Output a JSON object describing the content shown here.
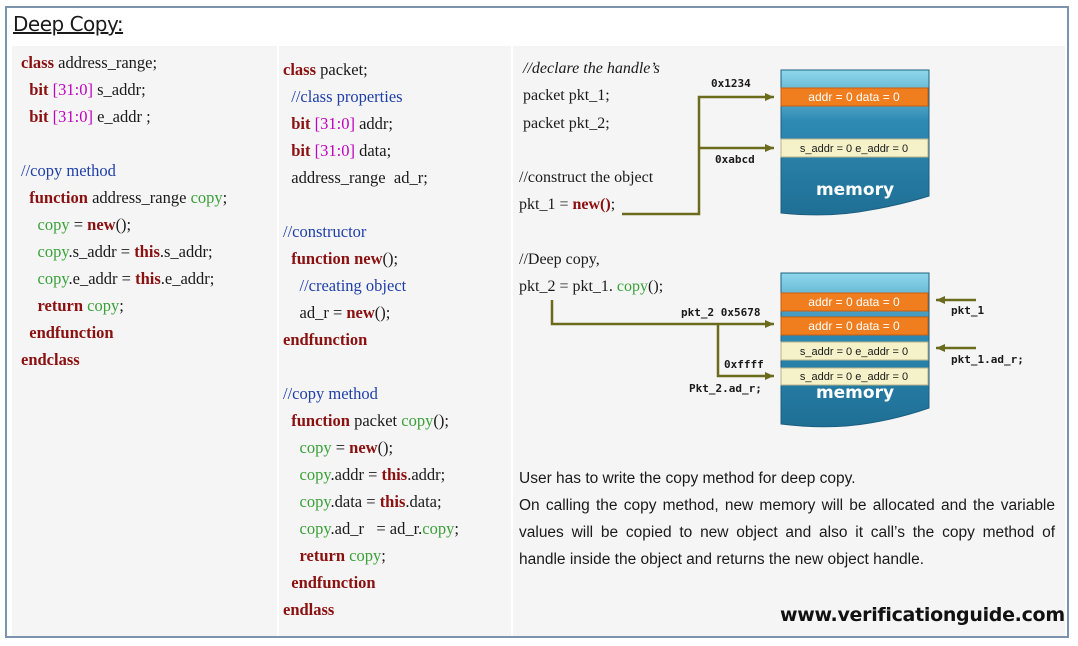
{
  "title": "Deep Copy:",
  "left_code": [
    [
      [
        "kw",
        "class"
      ],
      [
        "t",
        " address_range;"
      ]
    ],
    [
      [
        "t",
        "  "
      ],
      [
        "kw",
        "bit"
      ],
      [
        "rng",
        " [31:0]"
      ],
      [
        "t",
        " s_addr;"
      ]
    ],
    [
      [
        "t",
        "  "
      ],
      [
        "kw",
        "bit"
      ],
      [
        "rng",
        " [31:0]"
      ],
      [
        "t",
        " e_addr ;"
      ]
    ],
    [
      [
        "t",
        ""
      ]
    ],
    [
      [
        "cm",
        "//copy method"
      ]
    ],
    [
      [
        "t",
        "  "
      ],
      [
        "kw",
        "function"
      ],
      [
        "t",
        " address_range "
      ],
      [
        "gr",
        "copy"
      ],
      [
        "t",
        ";"
      ]
    ],
    [
      [
        "t",
        "    "
      ],
      [
        "gr",
        "copy"
      ],
      [
        "t",
        " = "
      ],
      [
        "kw",
        "new"
      ],
      [
        "t",
        "();"
      ]
    ],
    [
      [
        "t",
        "    "
      ],
      [
        "gr",
        "copy"
      ],
      [
        "t",
        ".s_addr = "
      ],
      [
        "kw",
        "this"
      ],
      [
        "t",
        ".s_addr;"
      ]
    ],
    [
      [
        "t",
        "    "
      ],
      [
        "gr",
        "copy"
      ],
      [
        "t",
        ".e_addr = "
      ],
      [
        "kw",
        "this"
      ],
      [
        "t",
        ".e_addr;"
      ]
    ],
    [
      [
        "t",
        "    "
      ],
      [
        "kw",
        "return"
      ],
      [
        "gr",
        " copy"
      ],
      [
        "t",
        ";"
      ]
    ],
    [
      [
        "t",
        "  "
      ],
      [
        "kw",
        "endfunction"
      ]
    ],
    [
      [
        "kw",
        "endclass"
      ]
    ]
  ],
  "mid_code": [
    [
      [
        "kw",
        "class"
      ],
      [
        "t",
        " packet;"
      ]
    ],
    [
      [
        "t",
        "  "
      ],
      [
        "cm",
        "//class properties"
      ]
    ],
    [
      [
        "t",
        "  "
      ],
      [
        "kw",
        "bit"
      ],
      [
        "rng",
        " [31:0]"
      ],
      [
        "t",
        " addr;"
      ]
    ],
    [
      [
        "t",
        "  "
      ],
      [
        "kw",
        "bit"
      ],
      [
        "rng",
        " [31:0]"
      ],
      [
        "t",
        " data;"
      ]
    ],
    [
      [
        "t",
        "  address_range  ad_r;"
      ]
    ],
    [
      [
        "t",
        ""
      ]
    ],
    [
      [
        "cm",
        "//constructor"
      ]
    ],
    [
      [
        "t",
        "  "
      ],
      [
        "kw",
        "function"
      ],
      [
        "t",
        " "
      ],
      [
        "kw",
        "new"
      ],
      [
        "t",
        "();"
      ]
    ],
    [
      [
        "t",
        "    "
      ],
      [
        "cm",
        "//creating object"
      ]
    ],
    [
      [
        "t",
        "    ad_r = "
      ],
      [
        "kw",
        "new"
      ],
      [
        "t",
        "();"
      ]
    ],
    [
      [
        "kw",
        "endfunction"
      ]
    ],
    [
      [
        "t",
        ""
      ]
    ],
    [
      [
        "cm",
        "//copy method"
      ]
    ],
    [
      [
        "t",
        "  "
      ],
      [
        "kw",
        "function"
      ],
      [
        "t",
        " packet "
      ],
      [
        "gr",
        "copy"
      ],
      [
        "t",
        "();"
      ]
    ],
    [
      [
        "t",
        "    "
      ],
      [
        "gr",
        "copy"
      ],
      [
        "t",
        " = "
      ],
      [
        "kw",
        "new"
      ],
      [
        "t",
        "();"
      ]
    ],
    [
      [
        "t",
        "    "
      ],
      [
        "gr",
        "copy"
      ],
      [
        "t",
        ".addr = "
      ],
      [
        "kw",
        "this"
      ],
      [
        "t",
        ".addr;"
      ]
    ],
    [
      [
        "t",
        "    "
      ],
      [
        "gr",
        "copy"
      ],
      [
        "t",
        ".data = "
      ],
      [
        "kw",
        "this"
      ],
      [
        "t",
        ".data;"
      ]
    ],
    [
      [
        "t",
        "    "
      ],
      [
        "gr",
        "copy"
      ],
      [
        "t",
        ".ad_r   = ad_r."
      ],
      [
        "gr",
        "copy"
      ],
      [
        "t",
        ";"
      ]
    ],
    [
      [
        "t",
        "    "
      ],
      [
        "kw",
        "return"
      ],
      [
        "gr",
        " copy"
      ],
      [
        "t",
        ";"
      ]
    ],
    [
      [
        "t",
        "  "
      ],
      [
        "kw",
        "endfunction"
      ]
    ],
    [
      [
        "kw",
        "endlass"
      ]
    ]
  ],
  "right": {
    "declare_comment": "//declare the handle’s",
    "declare_line1": "packet pkt_1;",
    "declare_line2": "packet pkt_2;",
    "construct_comment": "//construct the object",
    "construct_prefix": "pkt_1 = ",
    "construct_new": "new()",
    "construct_suffix": ";",
    "deep_comment": "//Deep copy,",
    "deep_prefix": "pkt_2 = pkt_1. ",
    "deep_copy": "copy",
    "deep_suffix": "();"
  },
  "diagram": {
    "memory_label": "memory",
    "mem1": {
      "addr_label": "0x1234",
      "ptr_label": "0xabcd",
      "row1": "addr = 0  data = 0",
      "row2": "s_addr = 0  e_addr = 0"
    },
    "mem2": {
      "row1": "addr = 0  data = 0",
      "row2": "addr = 0  data = 0",
      "row3": "s_addr = 0  e_addr = 0",
      "row4": "s_addr = 0  e_addr = 0",
      "pkt2_label": "pkt_2 0x5678",
      "ptr_label": "0xffff",
      "pkt2_adr_label": "Pkt_2.ad_r;",
      "pkt1_label": "pkt_1",
      "pkt1_adr_label": "pkt_1.ad_r;"
    },
    "colors": {
      "memory_top": "#7fd4ea",
      "memory_body": "#2f8fb5",
      "row_orange": "#f07d1e",
      "row_cream": "#f5f1c8",
      "arrow": "#6b6b1e"
    }
  },
  "note": [
    "User has to write the copy method for deep copy.",
    "On calling the copy method, new memory  will be allocated  and the variable values will be copied to new object and also it call’s the copy method of handle inside the object and returns the new object handle."
  ],
  "website": "www.verificationguide.com"
}
